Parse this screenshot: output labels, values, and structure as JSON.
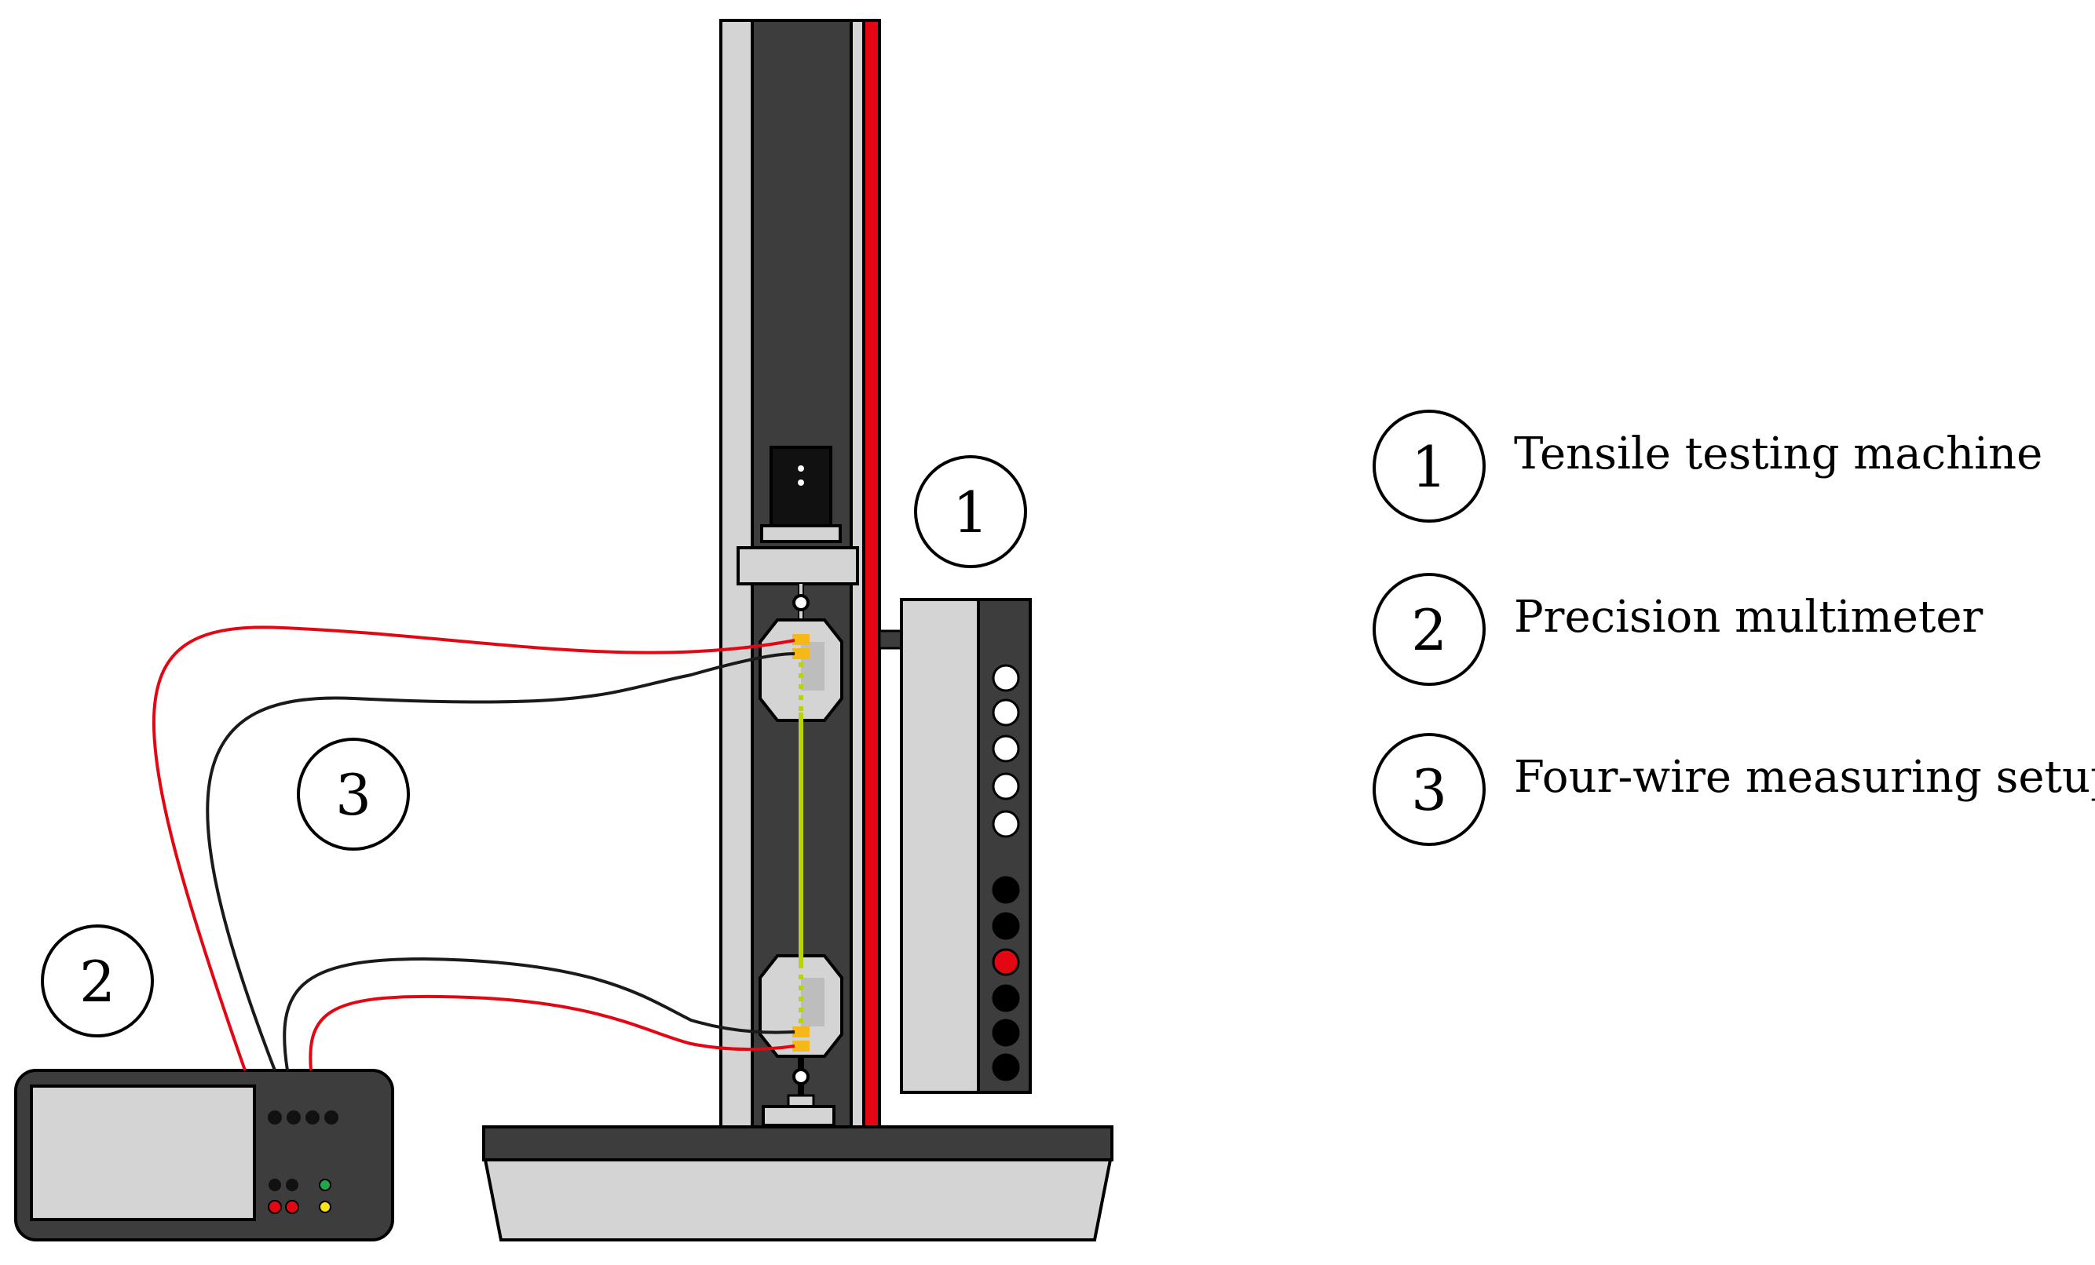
{
  "markers": {
    "machine": "1",
    "multimeter": "2",
    "setup": "3"
  },
  "legend": [
    {
      "number": "1",
      "label": "Tensile testing machine"
    },
    {
      "number": "2",
      "label": "Precision multimeter"
    },
    {
      "number": "3",
      "label": "Four-wire measuring setup"
    }
  ],
  "colors": {
    "frame_dark": "#3d3d3d",
    "frame_light": "#d4d4d4",
    "wire_red": "#e30613",
    "wire_black": "#1a1a1a",
    "specimen": "#b9d20f",
    "contact": "#f6b817",
    "led_green": "#1fa84a",
    "led_yellow": "#f5e21b",
    "led_red": "#e30613"
  }
}
